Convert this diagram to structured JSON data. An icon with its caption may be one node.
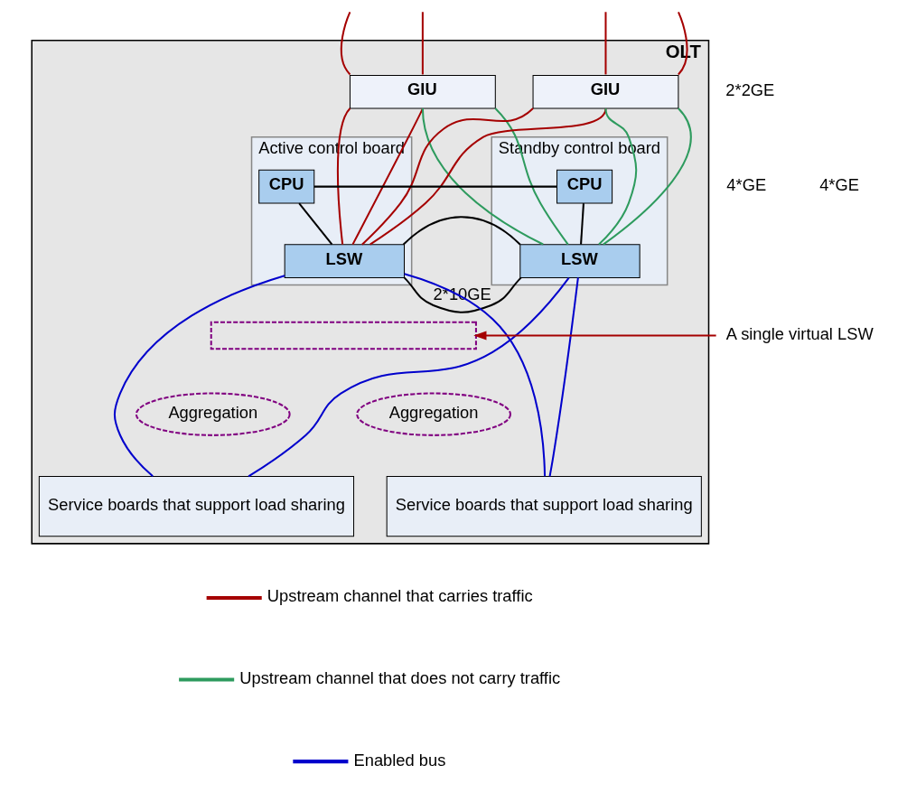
{
  "diagram": {
    "nodes": [
      {
        "text": [
          "OLT"
        ]
      },
      {
        "text": [
          "GIU"
        ],
        "in": 0
      },
      {
        "text": [
          "GIU"
        ],
        "in": 0
      },
      {
        "text": [
          "Active control board"
        ],
        "in": 0
      },
      {
        "text": [
          "CPU"
        ],
        "in": 3
      },
      {
        "text": [
          "LSW"
        ],
        "in": 3
      },
      {
        "text": [
          "Standby control board"
        ],
        "in": 0
      },
      {
        "text": [
          "CPU"
        ],
        "in": 6
      },
      {
        "text": [
          "LSW"
        ],
        "in": 6
      },
      {
        "text": [],
        "shape": "box",
        "in": 0
      },
      {
        "text": [
          "A single virtual LSW"
        ]
      },
      {
        "text": [
          "Aggregation"
        ],
        "in": 0
      },
      {
        "text": [
          "Aggregation"
        ],
        "in": 0
      },
      {
        "text": [
          "Service boards that support load sharing"
        ],
        "in": 0
      },
      {
        "text": [
          "Service boards that support load sharing"
        ],
        "in": 0
      }
    ],
    "edges": [
      {
        "from": null,
        "to": 1,
        "arrow": "none",
        "color": "#a50000"
      },
      {
        "from": null,
        "to": 1,
        "arrow": "none",
        "color": "#a50000"
      },
      {
        "from": null,
        "to": 2,
        "arrow": "none",
        "color": "#a50000"
      },
      {
        "from": null,
        "to": 2,
        "arrow": "none",
        "color": "#a50000"
      },
      {
        "from": 1,
        "to": 5,
        "arrow": "none",
        "color": "#a50000"
      },
      {
        "from": 1,
        "to": 5,
        "arrow": "none",
        "color": "#a50000"
      },
      {
        "from": 2,
        "to": 5,
        "arrow": "none",
        "color": "#a50000"
      },
      {
        "from": 2,
        "to": 5,
        "arrow": "none",
        "color": "#a50000"
      },
      {
        "from": 1,
        "to": 8,
        "arrow": "none",
        "color": "#2e9b5e"
      },
      {
        "from": 1,
        "to": 8,
        "arrow": "none",
        "color": "#2e9b5e"
      },
      {
        "from": 2,
        "to": 8,
        "arrow": "none",
        "color": "#2e9b5e"
      },
      {
        "from": 2,
        "to": 8,
        "arrow": "none",
        "color": "#2e9b5e"
      },
      {
        "from": 4,
        "to": 7,
        "arrow": "none",
        "color": "#000000"
      },
      {
        "from": 4,
        "to": 5,
        "arrow": "none",
        "color": "#000000"
      },
      {
        "from": 7,
        "to": 8,
        "arrow": "none",
        "color": "#000000"
      },
      {
        "from": 5,
        "to": 8,
        "arrow": "none",
        "color": "#000000"
      },
      {
        "from": 5,
        "to": 8,
        "arrow": "none",
        "label": "2*10GE",
        "color": "#000000"
      },
      {
        "from": 10,
        "to": 9,
        "arrow": "to",
        "color": "#a50000"
      },
      {
        "from": 5,
        "to": 13,
        "arrow": "none",
        "color": "#0000cc"
      },
      {
        "from": 5,
        "to": 14,
        "arrow": "none",
        "color": "#0000cc"
      },
      {
        "from": 8,
        "to": 13,
        "arrow": "none",
        "color": "#0000cc"
      },
      {
        "from": 8,
        "to": 14,
        "arrow": "none",
        "color": "#0000cc"
      }
    ],
    "labels": [
      "2*2GE",
      "4*GE",
      "4*GE"
    ],
    "legend": [
      {
        "text": "Upstream channel that carries traffic"
      },
      {
        "text": "Upstream channel that does not carry traffic"
      },
      {
        "text": "Enabled bus"
      }
    ]
  }
}
